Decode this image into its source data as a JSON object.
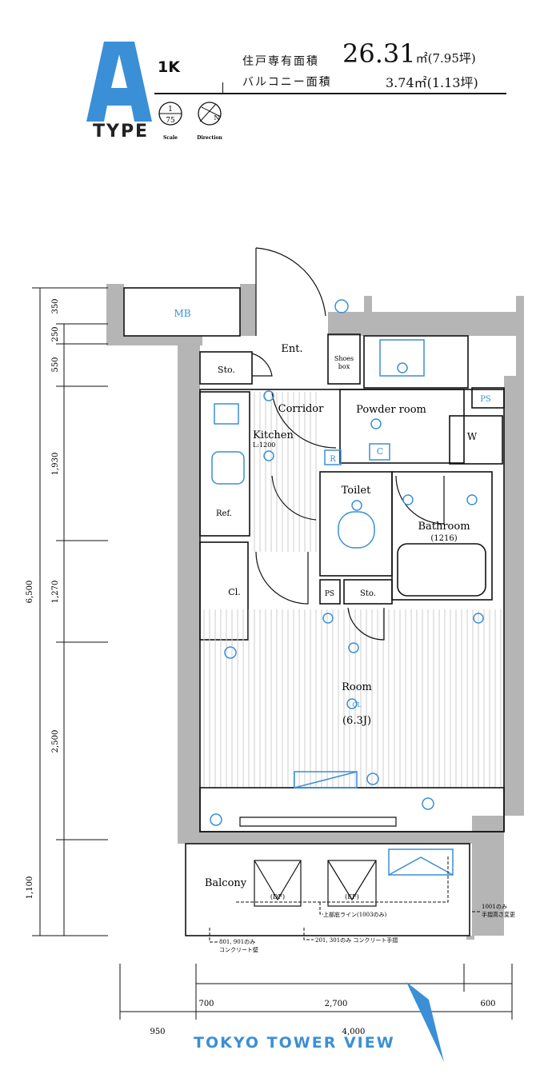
{
  "header": {
    "type_letter": "A",
    "type_word": "TYPE",
    "layout": "1K",
    "private_area_label": "住戸専有面積",
    "private_area_value": "26.31",
    "private_area_unit": "㎡(7.95坪)",
    "balcony_area_label": "バルコニー面積",
    "balcony_area_value": "3.74㎡(1.13坪)",
    "scale_top": "1",
    "scale_bottom": "75",
    "scale_label": "Scale",
    "direction_label": "Direction",
    "direction_mark": "N"
  },
  "rooms": {
    "mb": "MB",
    "ent": "Ent.",
    "sto_top": "Sto.",
    "shoes_1": "Shoes",
    "shoes_2": "box",
    "corridor": "Corridor",
    "kitchen": "Kitchen",
    "kitchen_sub": "L:1200",
    "powder": "Powder room",
    "ps_top": "PS",
    "w": "W",
    "c": "C",
    "r": "R",
    "toilet": "Toilet",
    "bathroom": "Bathroom",
    "bathroom_sub": "(1216)",
    "ref": "Ref.",
    "cl": "Cl.",
    "ps_mid": "PS",
    "sto_mid": "Sto.",
    "room": "Room",
    "room_cl": "CL",
    "room_size": "(6.3J)",
    "balcony": "Balcony",
    "df": "(DF)",
    "ef": "(EF)"
  },
  "notes": {
    "canopy": "上部庇ライン(1003のみ)",
    "wall": "801, 901のみ",
    "wall2": "コンクリート壁",
    "rail": "201, 301のみ コンクリート手摺",
    "rail_h": "1001のみ",
    "rail_h2": "手摺高さ変更"
  },
  "dimensions": {
    "left_total": "6,500",
    "left": [
      "350",
      "250",
      "550",
      "1,930",
      "1,270",
      "2,500",
      "1,100"
    ],
    "bottom_row1": [
      "700",
      "2,700",
      "600"
    ],
    "bottom_row2": [
      "950",
      "4,000"
    ]
  },
  "footer": {
    "view": "TOKYO TOWER VIEW"
  },
  "colors": {
    "accent": "#3b8fd6",
    "wall": "#b5b5b5"
  }
}
